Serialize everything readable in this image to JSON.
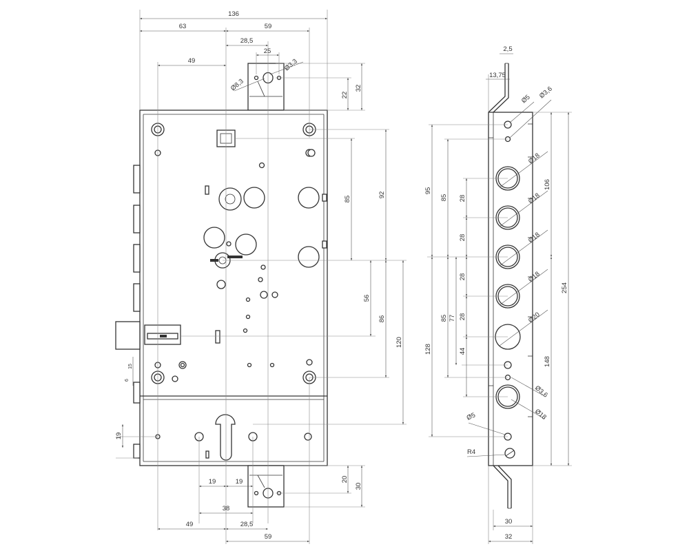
{
  "front_view": {
    "dimensions": {
      "overall_width": "136",
      "left_part": "63",
      "right_part": "59",
      "strike_width": "28,5",
      "strike_hole_spacing": "25",
      "strike_hole_dia": "Ø3,3",
      "strike_slot_dia": "Ø8,3",
      "top_hole_offset": "49",
      "strike_height_small": "22",
      "strike_height_large": "32",
      "vertical_85": "85",
      "vertical_92": "92",
      "vertical_56": "56",
      "vertical_86": "86",
      "vertical_120": "120",
      "backset_note": "19",
      "bottom_left_19": "19",
      "bottom_right_19": "19",
      "bottom_38": "38",
      "bottom_49": "49",
      "bottom_28_5": "28,5",
      "bottom_59": "59",
      "bottom_strike_20": "20",
      "bottom_strike_30": "30",
      "small_vertical_a": "6",
      "small_vertical_b": "15"
    }
  },
  "side_view": {
    "dimensions": {
      "top_2_5": "2,5",
      "top_13_75": "13,75",
      "hole_dia_5_top": "Ø5",
      "hole_dia_3_6_top": "Ø3,6",
      "bolt_dia_1": "Ø18",
      "bolt_dia_2": "Ø18",
      "bolt_dia_3": "Ø18",
      "bolt_dia_4": "Ø18",
      "latch_dia": "Ø20",
      "hole_dia_3_6_bottom": "Ø3,6",
      "bolt_dia_bottom": "Ø18",
      "hole_dia_5_bottom": "Ø5",
      "radius": "R4",
      "left_95": "95",
      "left_85_top": "85",
      "spacing_28_a": "28",
      "spacing_28_b": "28",
      "spacing_28_c": "28",
      "spacing_28_d": "28",
      "left_85_bottom": "85",
      "left_77": "77",
      "left_44": "44",
      "left_128": "128",
      "right_106": "106",
      "right_254": "254",
      "right_148": "148",
      "bottom_30": "30",
      "bottom_32": "32"
    }
  }
}
